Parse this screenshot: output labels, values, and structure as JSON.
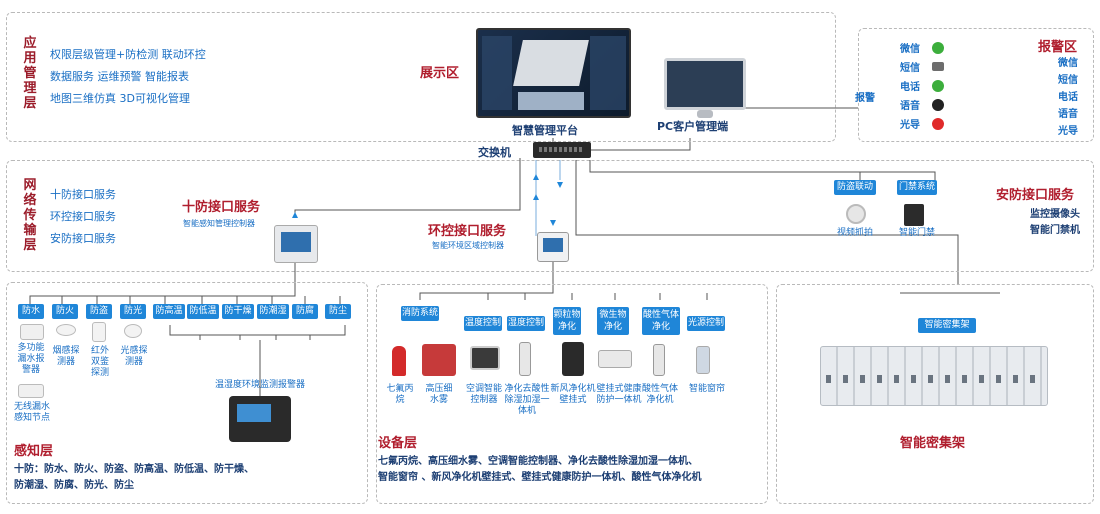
{
  "app_layer": {
    "title": "应用管理层",
    "items": [
      "权限层级管理+防检测  联动环控",
      "数据服务  运维预警  智能报表",
      "地图三维仿真  3D可视化管理"
    ]
  },
  "display": {
    "title": "展示区",
    "platform": "智慧管理平台",
    "pc": "PC客户管理端",
    "switch": "交换机"
  },
  "alarm": {
    "title": "报警区",
    "label": "报警",
    "channels": [
      {
        "name": "微信",
        "icon": "wechat-icon",
        "color": "#3cae3c"
      },
      {
        "name": "短信",
        "icon": "sms-icon",
        "color": "#6d6d6d"
      },
      {
        "name": "电话",
        "icon": "phone-icon",
        "color": "#3cae3c"
      },
      {
        "name": "语音",
        "icon": "voice-icon",
        "color": "#222222"
      },
      {
        "name": "光导",
        "icon": "light-alarm-icon",
        "color": "#e02a2a"
      }
    ],
    "right_list": [
      "微信",
      "短信",
      "电话",
      "语音",
      "光导"
    ]
  },
  "network": {
    "title": "网络传输层",
    "items": [
      "十防接口服务",
      "环控接口服务",
      "安防接口服务"
    ]
  },
  "ten_iface": {
    "title": "十防接口服务",
    "sub": "智能感知管理控制器"
  },
  "env_iface": {
    "title": "环控接口服务",
    "sub": "智能环境区域控制器"
  },
  "sec_iface": {
    "title": "安防接口服务",
    "items": [
      "监控摄像头",
      "智能门禁机"
    ],
    "tags": [
      "防盗联动",
      "门禁系统"
    ],
    "caps": [
      "视频抓拍",
      "智能门禁"
    ]
  },
  "sense": {
    "title": "感知层",
    "summary1": "十防：防水、防火、防盗、防高温、防低温、防干燥、",
    "summary2": "防潮湿、防腐、防光、防尘",
    "tags": [
      "防水",
      "防火",
      "防盗",
      "防光",
      "防高温",
      "防低温",
      "防干燥",
      "防潮湿",
      "防腐",
      "防尘"
    ],
    "devices": [
      "多功能漏水报警器",
      "烟感探测器",
      "红外双鉴探测",
      "光感探测器"
    ],
    "wireless": "无线漏水感知节点",
    "env_alarm": "温湿度环境监测报警器"
  },
  "equip": {
    "title": "设备层",
    "fire_tag": "消防系统",
    "tags": [
      "温度控制",
      "湿度控制",
      "颗粒物净化",
      "微生物净化",
      "酸性气体净化",
      "光源控制"
    ],
    "caps": [
      "七氟丙烷",
      "高压细水雾",
      "空调智能控制器",
      "净化去酸性除湿加湿一体机",
      "新风净化机壁挂式",
      "壁挂式健康防护一体机",
      "酸性气体净化机",
      "智能窗帘"
    ],
    "summary1": "七氟丙烷、高压细水雾、空调智能控制器、净化去酸性除湿加湿一体机、",
    "summary2": "智能窗帘  、新风净化机壁挂式、壁挂式健康防护一体机、酸性气体净化机"
  },
  "shelf": {
    "tag": "智能密集架",
    "title": "智能密集架"
  },
  "colors": {
    "accent": "#1f86d8",
    "title_red": "#b01e2e",
    "dark_blue": "#1d3f73"
  }
}
